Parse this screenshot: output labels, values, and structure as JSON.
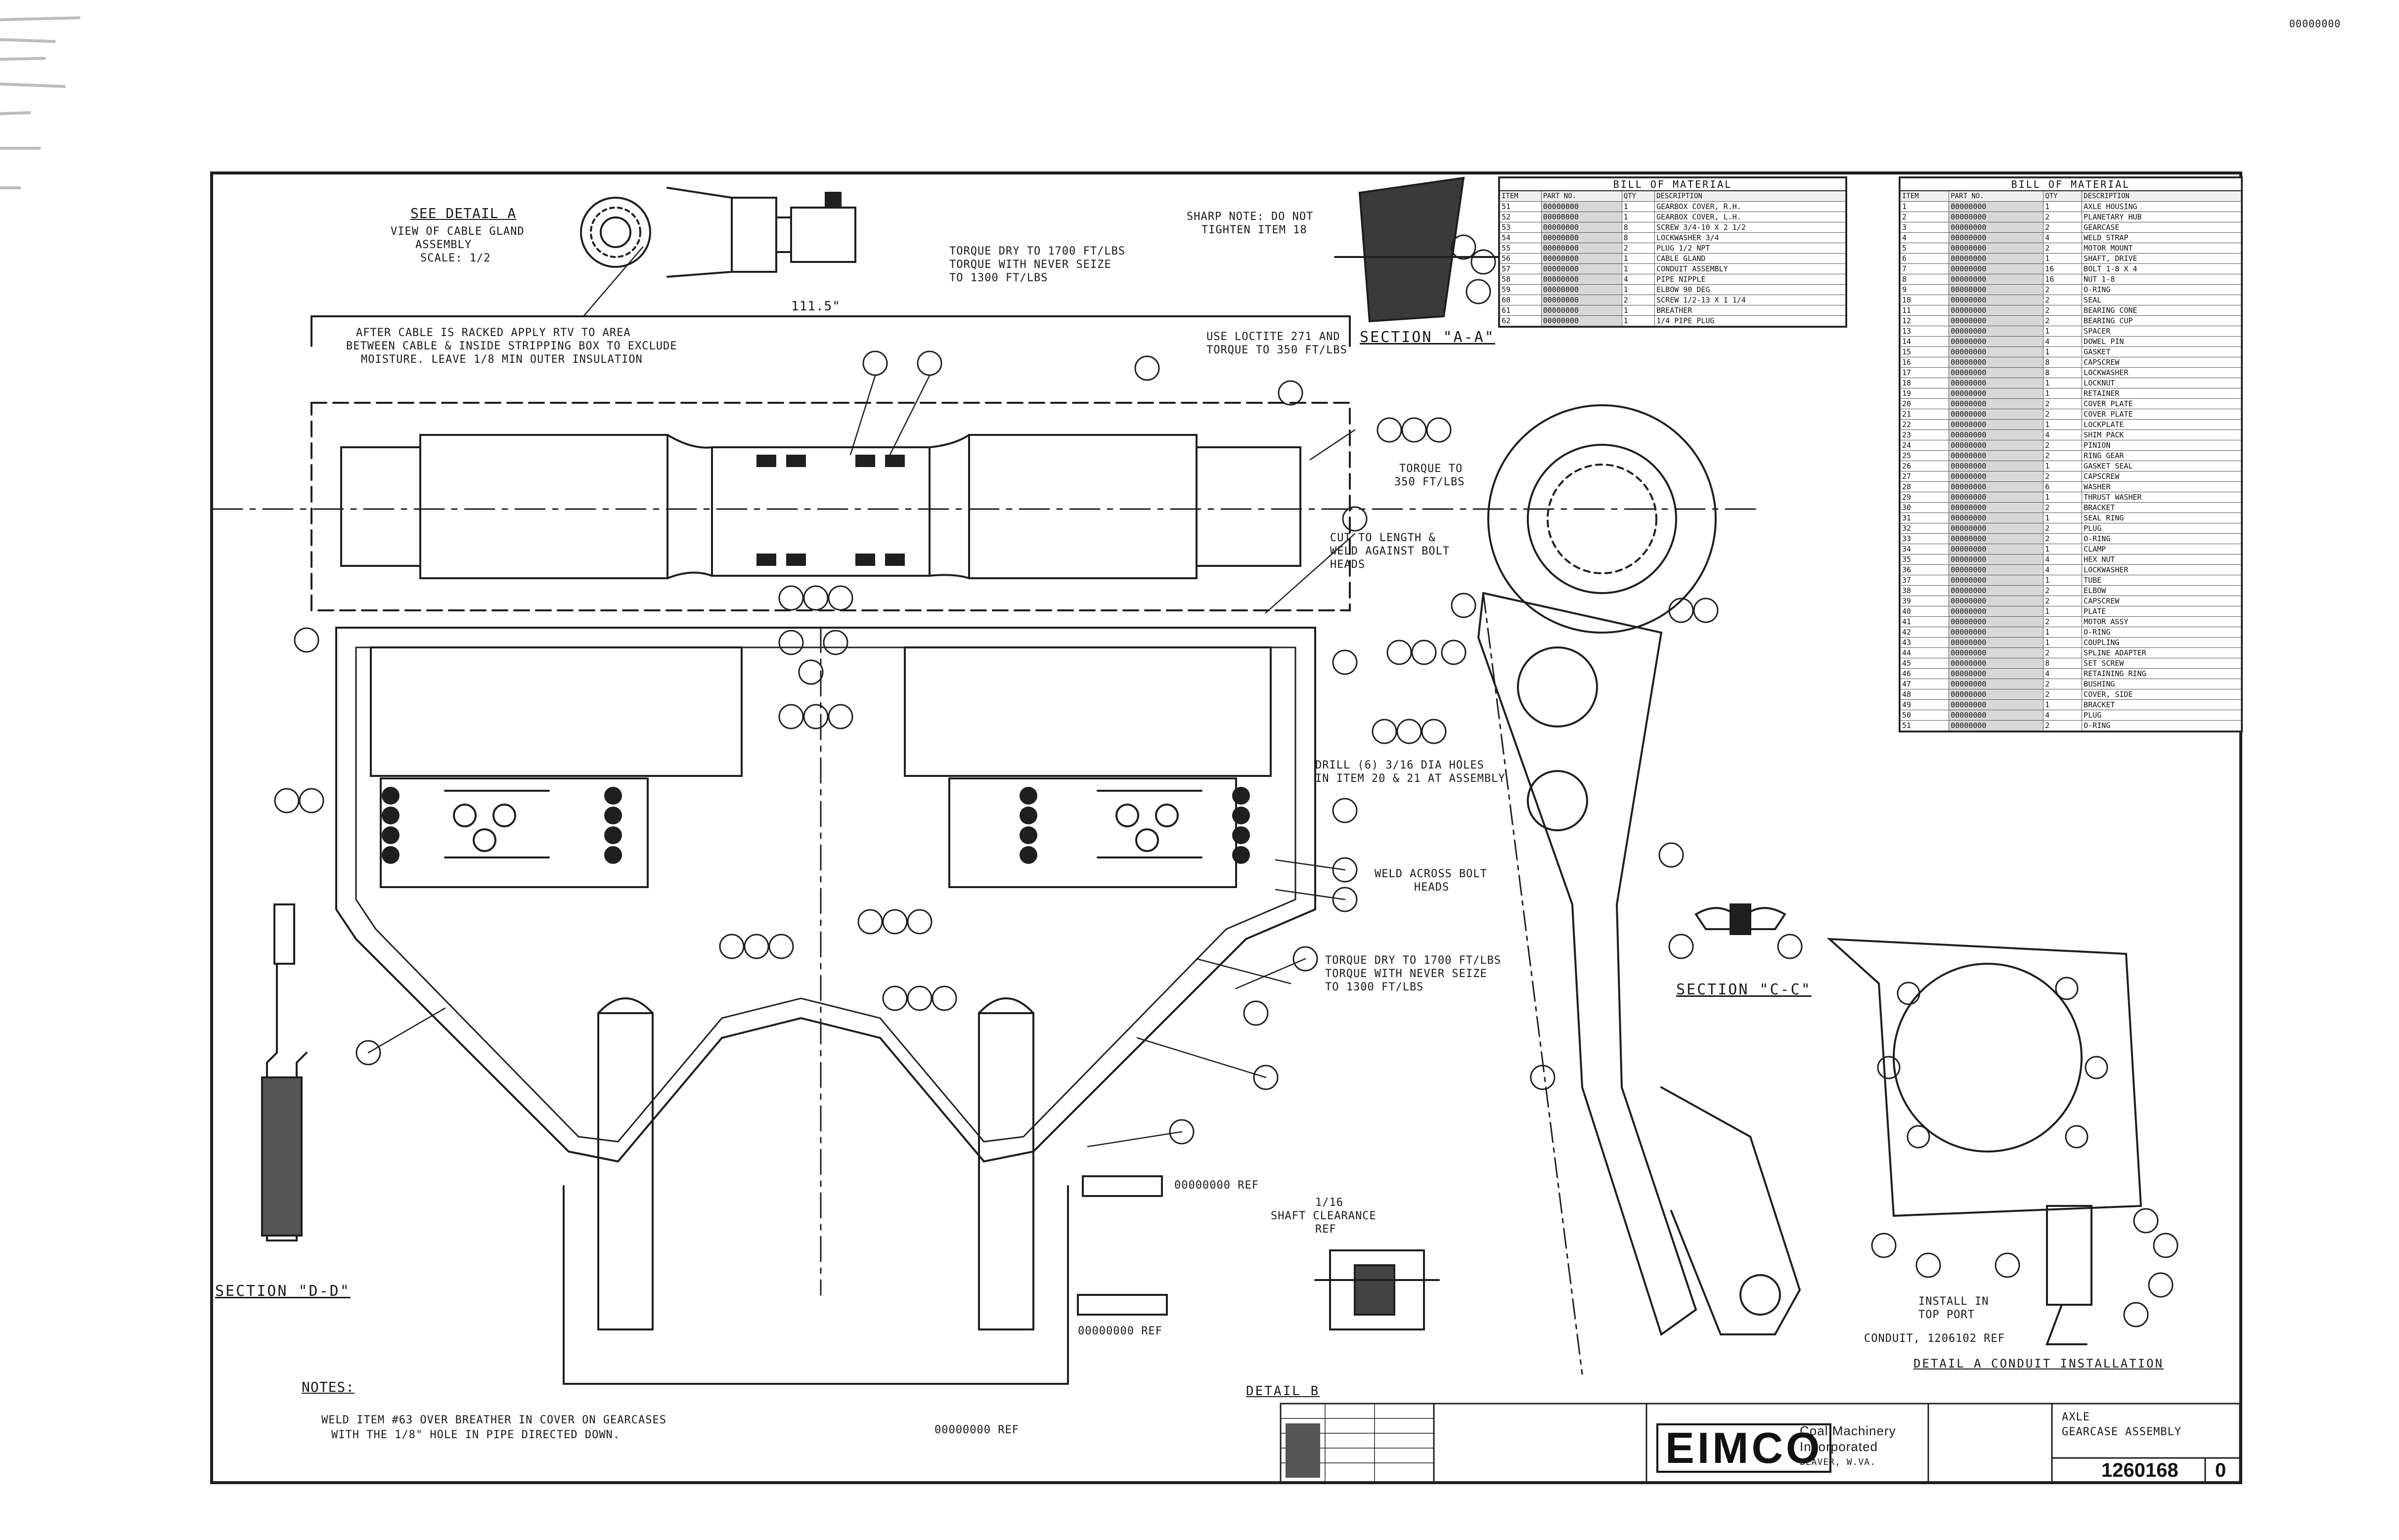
{
  "corner_code": "00000000",
  "see_detail_a": {
    "title": "SEE DETAIL A",
    "lines": [
      "VIEW OF CABLE GLAND",
      "ASSEMBLY",
      "SCALE: 1/2"
    ]
  },
  "dimension": "111.5\"",
  "notes_text": {
    "torque_top": [
      "TORQUE DRY TO 1700 FT/LBS",
      "TORQUE WITH NEVER SEIZE",
      "TO 1300 FT/LBS"
    ],
    "cable_note": [
      "AFTER CABLE IS RACKED APPLY RTV TO AREA",
      "BETWEEN CABLE & INSIDE STRIPPING BOX TO EXCLUDE",
      "MOISTURE. LEAVE 1/8 MIN OUTER INSULATION"
    ],
    "sharp_note": [
      "SHARP NOTE: DO NOT",
      "TIGHTEN ITEM 18"
    ],
    "loctite": [
      "USE LOCTITE 271 AND",
      "TORQUE TO 350 FT/LBS"
    ],
    "torque_350": [
      "TORQUE TO",
      "350 FT/LBS"
    ],
    "cut_length": [
      "CUT TO LENGTH &",
      "WELD AGAINST BOLT",
      "HEADS"
    ],
    "drill": [
      "DRILL (6) 3/16 DIA HOLES",
      "IN ITEM 20 & 21 AT ASSEMBLY"
    ],
    "weld_bolt": [
      "WELD ACROSS BOLT",
      "HEADS"
    ],
    "torque_mid": [
      "TORQUE DRY TO 1700 FT/LBS",
      "TORQUE WITH NEVER SEIZE",
      "TO 1300 FT/LBS"
    ],
    "ref1": "00000000 REF",
    "ref2": "00000000 REF",
    "ref3": "00000000 REF",
    "shaft_clearance": [
      "1/16",
      "SHAFT CLEARANCE",
      "REF"
    ],
    "install_top": [
      "INSTALL IN",
      "TOP PORT"
    ],
    "conduit": "CONDUIT, 1206102 REF",
    "notes_head": "NOTES:",
    "notes_body": [
      "WELD ITEM #63 OVER BREATHER IN COVER ON GEARCASES",
      "WITH THE 1/8\" HOLE IN PIPE DIRECTED DOWN."
    ]
  },
  "sections": {
    "section_aa": "SECTION \"A-A\"",
    "section_cc": "SECTION \"C-C\"",
    "section_dd": "SECTION \"D-D\"",
    "detail_b": "DETAIL B",
    "detail_a_install": "DETAIL A CONDUIT INSTALLATION"
  },
  "bom_left": {
    "title": "BILL OF MATERIAL",
    "headers": [
      "ITEM",
      "PART NO.",
      "QTY",
      "DESCRIPTION"
    ],
    "rows": [
      [
        "51",
        "00000000",
        "1",
        "GEARBOX COVER, R.H."
      ],
      [
        "52",
        "00000000",
        "1",
        "GEARBOX COVER, L.H."
      ],
      [
        "53",
        "00000000",
        "8",
        "SCREW 3/4-10 X 2 1/2"
      ],
      [
        "54",
        "00000000",
        "8",
        "LOCKWASHER 3/4"
      ],
      [
        "55",
        "00000000",
        "2",
        "PLUG 1/2 NPT"
      ],
      [
        "56",
        "00000000",
        "1",
        "CABLE GLAND"
      ],
      [
        "57",
        "00000000",
        "1",
        "CONDUIT ASSEMBLY"
      ],
      [
        "58",
        "00000000",
        "4",
        "PIPE NIPPLE"
      ],
      [
        "59",
        "00000000",
        "1",
        "ELBOW 90 DEG"
      ],
      [
        "60",
        "00000000",
        "2",
        "SCREW 1/2-13 X 1 1/4"
      ],
      [
        "61",
        "00000000",
        "1",
        "BREATHER"
      ],
      [
        "62",
        "00000000",
        "1",
        "1/4 PIPE PLUG"
      ]
    ]
  },
  "bom_right": {
    "title": "BILL OF MATERIAL",
    "headers": [
      "ITEM",
      "PART NO.",
      "QTY",
      "DESCRIPTION"
    ],
    "rows": [
      [
        "1",
        "00000000",
        "1",
        "AXLE HOUSING"
      ],
      [
        "2",
        "00000000",
        "2",
        "PLANETARY HUB"
      ],
      [
        "3",
        "00000000",
        "2",
        "GEARCASE"
      ],
      [
        "4",
        "00000000",
        "4",
        "WELD STRAP"
      ],
      [
        "5",
        "00000000",
        "2",
        "MOTOR MOUNT"
      ],
      [
        "6",
        "00000000",
        "1",
        "SHAFT, DRIVE"
      ],
      [
        "7",
        "00000000",
        "16",
        "BOLT 1-8 X 4"
      ],
      [
        "8",
        "00000000",
        "16",
        "NUT 1-8"
      ],
      [
        "9",
        "00000000",
        "2",
        "O-RING"
      ],
      [
        "10",
        "00000000",
        "2",
        "SEAL"
      ],
      [
        "11",
        "00000000",
        "2",
        "BEARING CONE"
      ],
      [
        "12",
        "00000000",
        "2",
        "BEARING CUP"
      ],
      [
        "13",
        "00000000",
        "1",
        "SPACER"
      ],
      [
        "14",
        "00000000",
        "4",
        "DOWEL PIN"
      ],
      [
        "15",
        "00000000",
        "1",
        "GASKET"
      ],
      [
        "16",
        "00000000",
        "8",
        "CAPSCREW"
      ],
      [
        "17",
        "00000000",
        "8",
        "LOCKWASHER"
      ],
      [
        "18",
        "00000000",
        "1",
        "LOCKNUT"
      ],
      [
        "19",
        "00000000",
        "1",
        "RETAINER"
      ],
      [
        "20",
        "00000000",
        "2",
        "COVER PLATE"
      ],
      [
        "21",
        "00000000",
        "2",
        "COVER PLATE"
      ],
      [
        "22",
        "00000000",
        "1",
        "LOCKPLATE"
      ],
      [
        "23",
        "00000000",
        "4",
        "SHIM PACK"
      ],
      [
        "24",
        "00000000",
        "2",
        "PINION"
      ],
      [
        "25",
        "00000000",
        "2",
        "RING GEAR"
      ],
      [
        "26",
        "00000000",
        "1",
        "GASKET SEAL"
      ],
      [
        "27",
        "00000000",
        "2",
        "CAPSCREW"
      ],
      [
        "28",
        "00000000",
        "6",
        "WASHER"
      ],
      [
        "29",
        "00000000",
        "1",
        "THRUST WASHER"
      ],
      [
        "30",
        "00000000",
        "2",
        "BRACKET"
      ],
      [
        "31",
        "00000000",
        "1",
        "SEAL RING"
      ],
      [
        "32",
        "00000000",
        "2",
        "PLUG"
      ],
      [
        "33",
        "00000000",
        "2",
        "O-RING"
      ],
      [
        "34",
        "00000000",
        "1",
        "CLAMP"
      ],
      [
        "35",
        "00000000",
        "4",
        "HEX NUT"
      ],
      [
        "36",
        "00000000",
        "4",
        "LOCKWASHER"
      ],
      [
        "37",
        "00000000",
        "1",
        "TUBE"
      ],
      [
        "38",
        "00000000",
        "2",
        "ELBOW"
      ],
      [
        "39",
        "00000000",
        "2",
        "CAPSCREW"
      ],
      [
        "40",
        "00000000",
        "1",
        "PLATE"
      ],
      [
        "41",
        "00000000",
        "2",
        "MOTOR ASSY"
      ],
      [
        "42",
        "00000000",
        "1",
        "O-RING"
      ],
      [
        "43",
        "00000000",
        "1",
        "COUPLING"
      ],
      [
        "44",
        "00000000",
        "2",
        "SPLINE ADAPTER"
      ],
      [
        "45",
        "00000000",
        "8",
        "SET SCREW"
      ],
      [
        "46",
        "00000000",
        "4",
        "RETAINING RING"
      ],
      [
        "47",
        "00000000",
        "2",
        "BUSHING"
      ],
      [
        "48",
        "00000000",
        "2",
        "COVER, SIDE"
      ],
      [
        "49",
        "00000000",
        "1",
        "BRACKET"
      ],
      [
        "50",
        "00000000",
        "4",
        "PLUG"
      ],
      [
        "51",
        "00000000",
        "2",
        "O-RING"
      ]
    ]
  },
  "title_block": {
    "brand": "EIMCO",
    "company": [
      "Coal Machinery",
      "Incorporated"
    ],
    "address": "BEAVER, W.VA.",
    "title_lines": [
      "AXLE",
      "GEARCASE ASSEMBLY"
    ],
    "drawing_no": "1260168",
    "rev": "0"
  }
}
